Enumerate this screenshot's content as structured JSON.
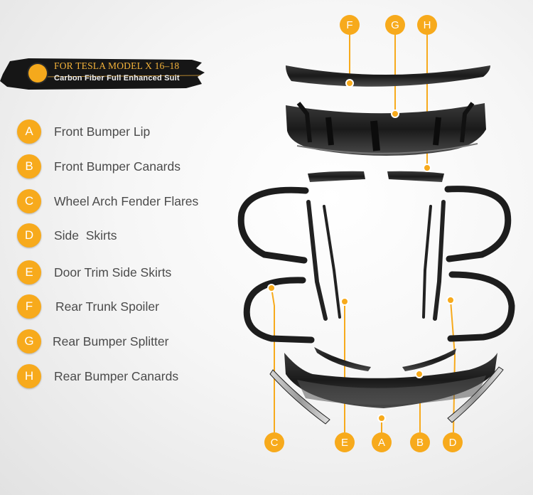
{
  "banner": {
    "title": "FOR TESLA MODEL X 16–18",
    "subtitle": "Carbon Fiber Full Enhanced Suit"
  },
  "legend": [
    {
      "letter": "A",
      "label": "Front Bumper Lip"
    },
    {
      "letter": "B",
      "label": "Front Bumper Canards"
    },
    {
      "letter": "C",
      "label": "Wheel Arch Fender Flares"
    },
    {
      "letter": "D",
      "label": "Side  Skirts"
    },
    {
      "letter": "E",
      "label": "Door Trim Side Skirts"
    },
    {
      "letter": "F",
      "label": "Rear Trunk Spoiler"
    },
    {
      "letter": "G",
      "label": "Rear Bumper Splitter"
    },
    {
      "letter": "H",
      "label": "Rear Bumper Canards"
    }
  ],
  "diagram_labels": {
    "top": [
      "F",
      "G",
      "H"
    ],
    "bottom": [
      "C",
      "E",
      "A",
      "B",
      "D"
    ]
  },
  "colors": {
    "accent": "#f7aa1c",
    "part": "#1b1b1b",
    "text": "#4b4b4b"
  }
}
